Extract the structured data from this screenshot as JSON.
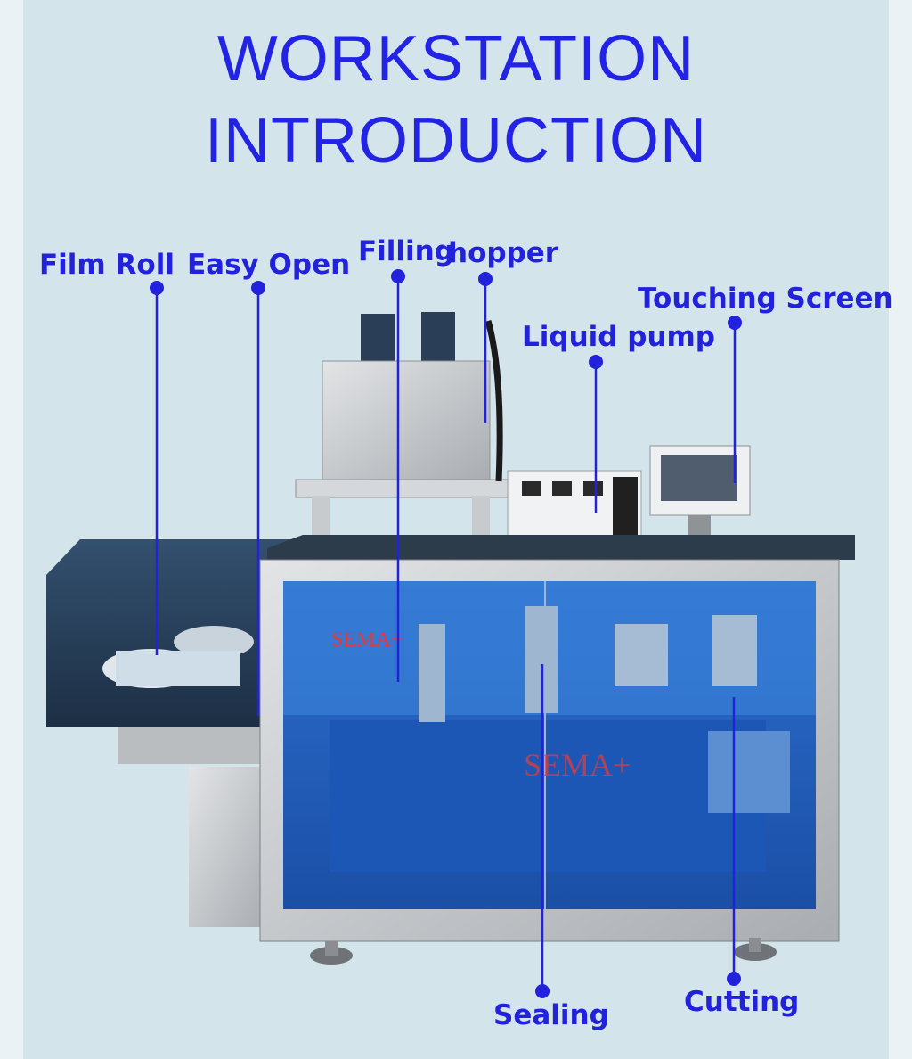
{
  "title": {
    "line1": "WORKSTATION",
    "line2": "INTRODUCTION"
  },
  "labels": {
    "film_roll": "Film Roll",
    "easy_open": "Easy Open",
    "filling": "Filling",
    "hopper": "hopper",
    "touching_screen": "Touching Screen",
    "liquid_pump": "Liquid pump",
    "sealing": "Sealing",
    "cutting": "Cutting"
  },
  "brand": {
    "logo_text": "SEMA+"
  },
  "colors": {
    "accent": "#2222dd",
    "background": "#d3e4ea",
    "panel_blue": "#1f5fbf"
  }
}
